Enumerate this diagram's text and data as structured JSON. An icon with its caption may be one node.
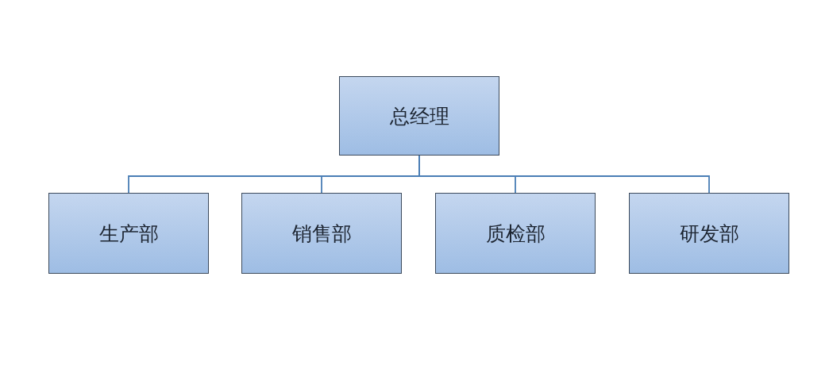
{
  "diagram": {
    "nodes": [
      {
        "text": [
          "总经理"
        ]
      },
      {
        "text": [
          "生产部"
        ]
      },
      {
        "text": [
          "销售部"
        ]
      },
      {
        "text": [
          "质检部"
        ]
      },
      {
        "text": [
          "研发部"
        ]
      }
    ],
    "edges": [
      {
        "from": 0,
        "to": 1,
        "arrow": "none"
      },
      {
        "from": 0,
        "to": 2,
        "arrow": "none"
      },
      {
        "from": 0,
        "to": 3,
        "arrow": "none"
      },
      {
        "from": 0,
        "to": 4,
        "arrow": "none"
      }
    ]
  }
}
